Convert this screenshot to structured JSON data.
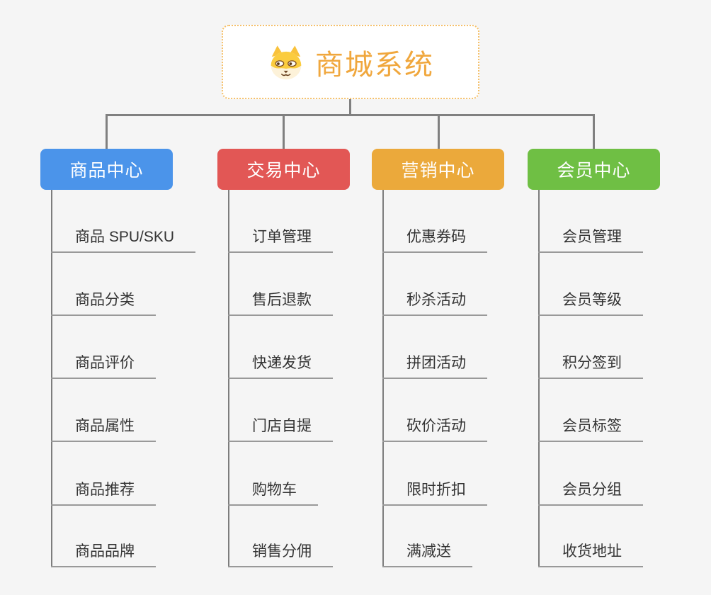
{
  "background": "#f5f5f5",
  "connector_color": "#808080",
  "root": {
    "title": "商城系统",
    "icon": "dog-face-icon",
    "text_color": "#f0a73d",
    "border_color": "#f5c06a"
  },
  "branches": [
    {
      "label": "商品中心",
      "color": "#4b94ea",
      "items": [
        "商品 SPU/SKU",
        "商品分类",
        "商品评价",
        "商品属性",
        "商品推荐",
        "商品品牌"
      ]
    },
    {
      "label": "交易中心",
      "color": "#e25755",
      "items": [
        "订单管理",
        "售后退款",
        "快递发货",
        "门店自提",
        "购物车",
        "销售分佣"
      ]
    },
    {
      "label": "营销中心",
      "color": "#eba93b",
      "items": [
        "优惠券码",
        "秒杀活动",
        "拼团活动",
        "砍价活动",
        "限时折扣",
        "满减送"
      ]
    },
    {
      "label": "会员中心",
      "color": "#6fbf44",
      "items": [
        "会员管理",
        "会员等级",
        "积分签到",
        "会员标签",
        "会员分组",
        "收货地址"
      ]
    }
  ]
}
